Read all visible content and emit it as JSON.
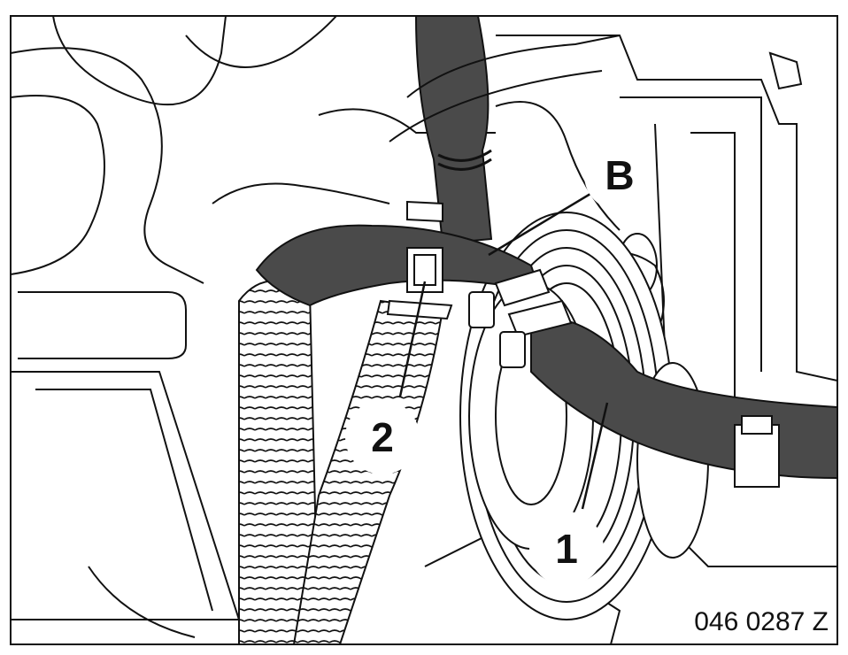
{
  "callouts": {
    "b": "B",
    "one": "1",
    "two": "2"
  },
  "reference_number": "046 0287 Z",
  "colors": {
    "line": "#111111",
    "hose": "#4a4a4a",
    "paper": "#ffffff"
  }
}
